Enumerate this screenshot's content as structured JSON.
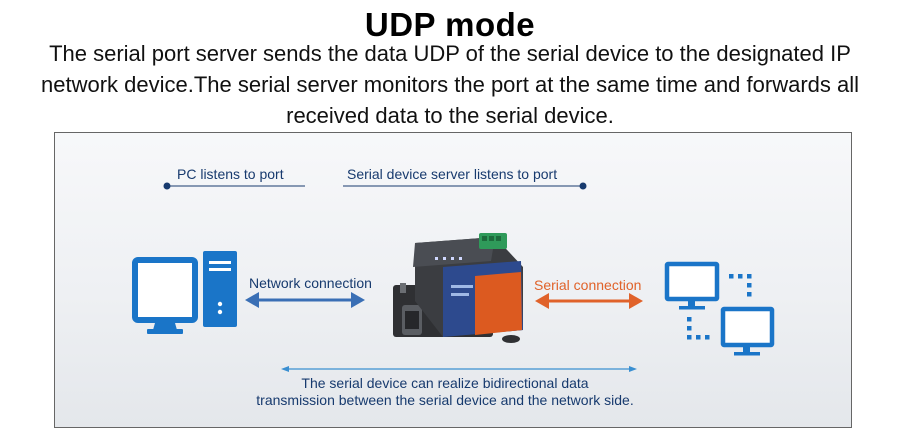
{
  "title": "UDP mode",
  "description": {
    "line1": "The serial port server sends the data UDP of the serial device to the designated IP",
    "line2": "network device.The serial server monitors the port at the same time and forwards all",
    "line3": "received data to the serial device."
  },
  "diagram": {
    "pc_listen_label": "PC listens to port",
    "server_listen_label": "Serial device server listens to port",
    "network_label": "Network connection",
    "serial_label": "Serial connection",
    "note_line1": "The serial device can realize bidirectional data",
    "note_line2": "transmission between the serial device and the network side."
  },
  "colors": {
    "navy": "#173a6e",
    "orange": "#e0622a",
    "icon_blue": "#1a75c8",
    "arrow_blue": "#3a6fb5"
  },
  "icons": [
    "pc-tower-icon",
    "serial-server-device-icon",
    "serial-devices-icon"
  ]
}
